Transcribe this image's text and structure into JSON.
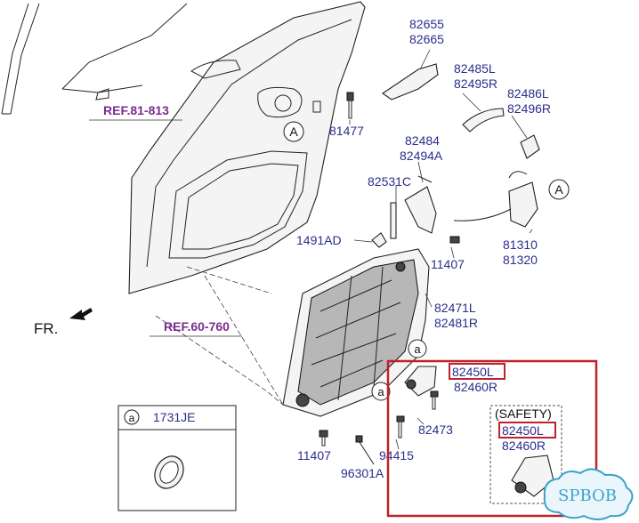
{
  "labels": {
    "p82655": "82655",
    "p82665": "82665",
    "p82485L": "82485L",
    "p82495R": "82495R",
    "p82486L": "82486L",
    "p82496R": "82496R",
    "p81477": "81477",
    "p82484": "82484",
    "p82494A": "82494A",
    "p82531C": "82531C",
    "p1491AD": "1491AD",
    "p11407a": "11407",
    "p81310": "81310",
    "p81320": "81320",
    "p82471L": "82471L",
    "p82481R": "82481R",
    "p82450L_main": "82450L",
    "p82460R_main": "82460R",
    "p82473": "82473",
    "p11407b": "11407",
    "p94415": "94415",
    "p96301A": "96301A",
    "safety": "(SAFETY)",
    "p82450L_safety": "82450L",
    "p82460R_safety": "82460R",
    "legend_letter": "a",
    "legend_part": "1731JE",
    "callout_a": "a",
    "circle_A": "A",
    "fr": "FR."
  },
  "refs": {
    "ref1": "REF.81-813",
    "ref2": "REF.60-760"
  },
  "watermark": "SPBOB",
  "colors": {
    "part_number": "#2b2e8c",
    "reference": "#7a2d8f",
    "highlight_box": "#c0202a",
    "watermark": "#3aa3c9"
  }
}
